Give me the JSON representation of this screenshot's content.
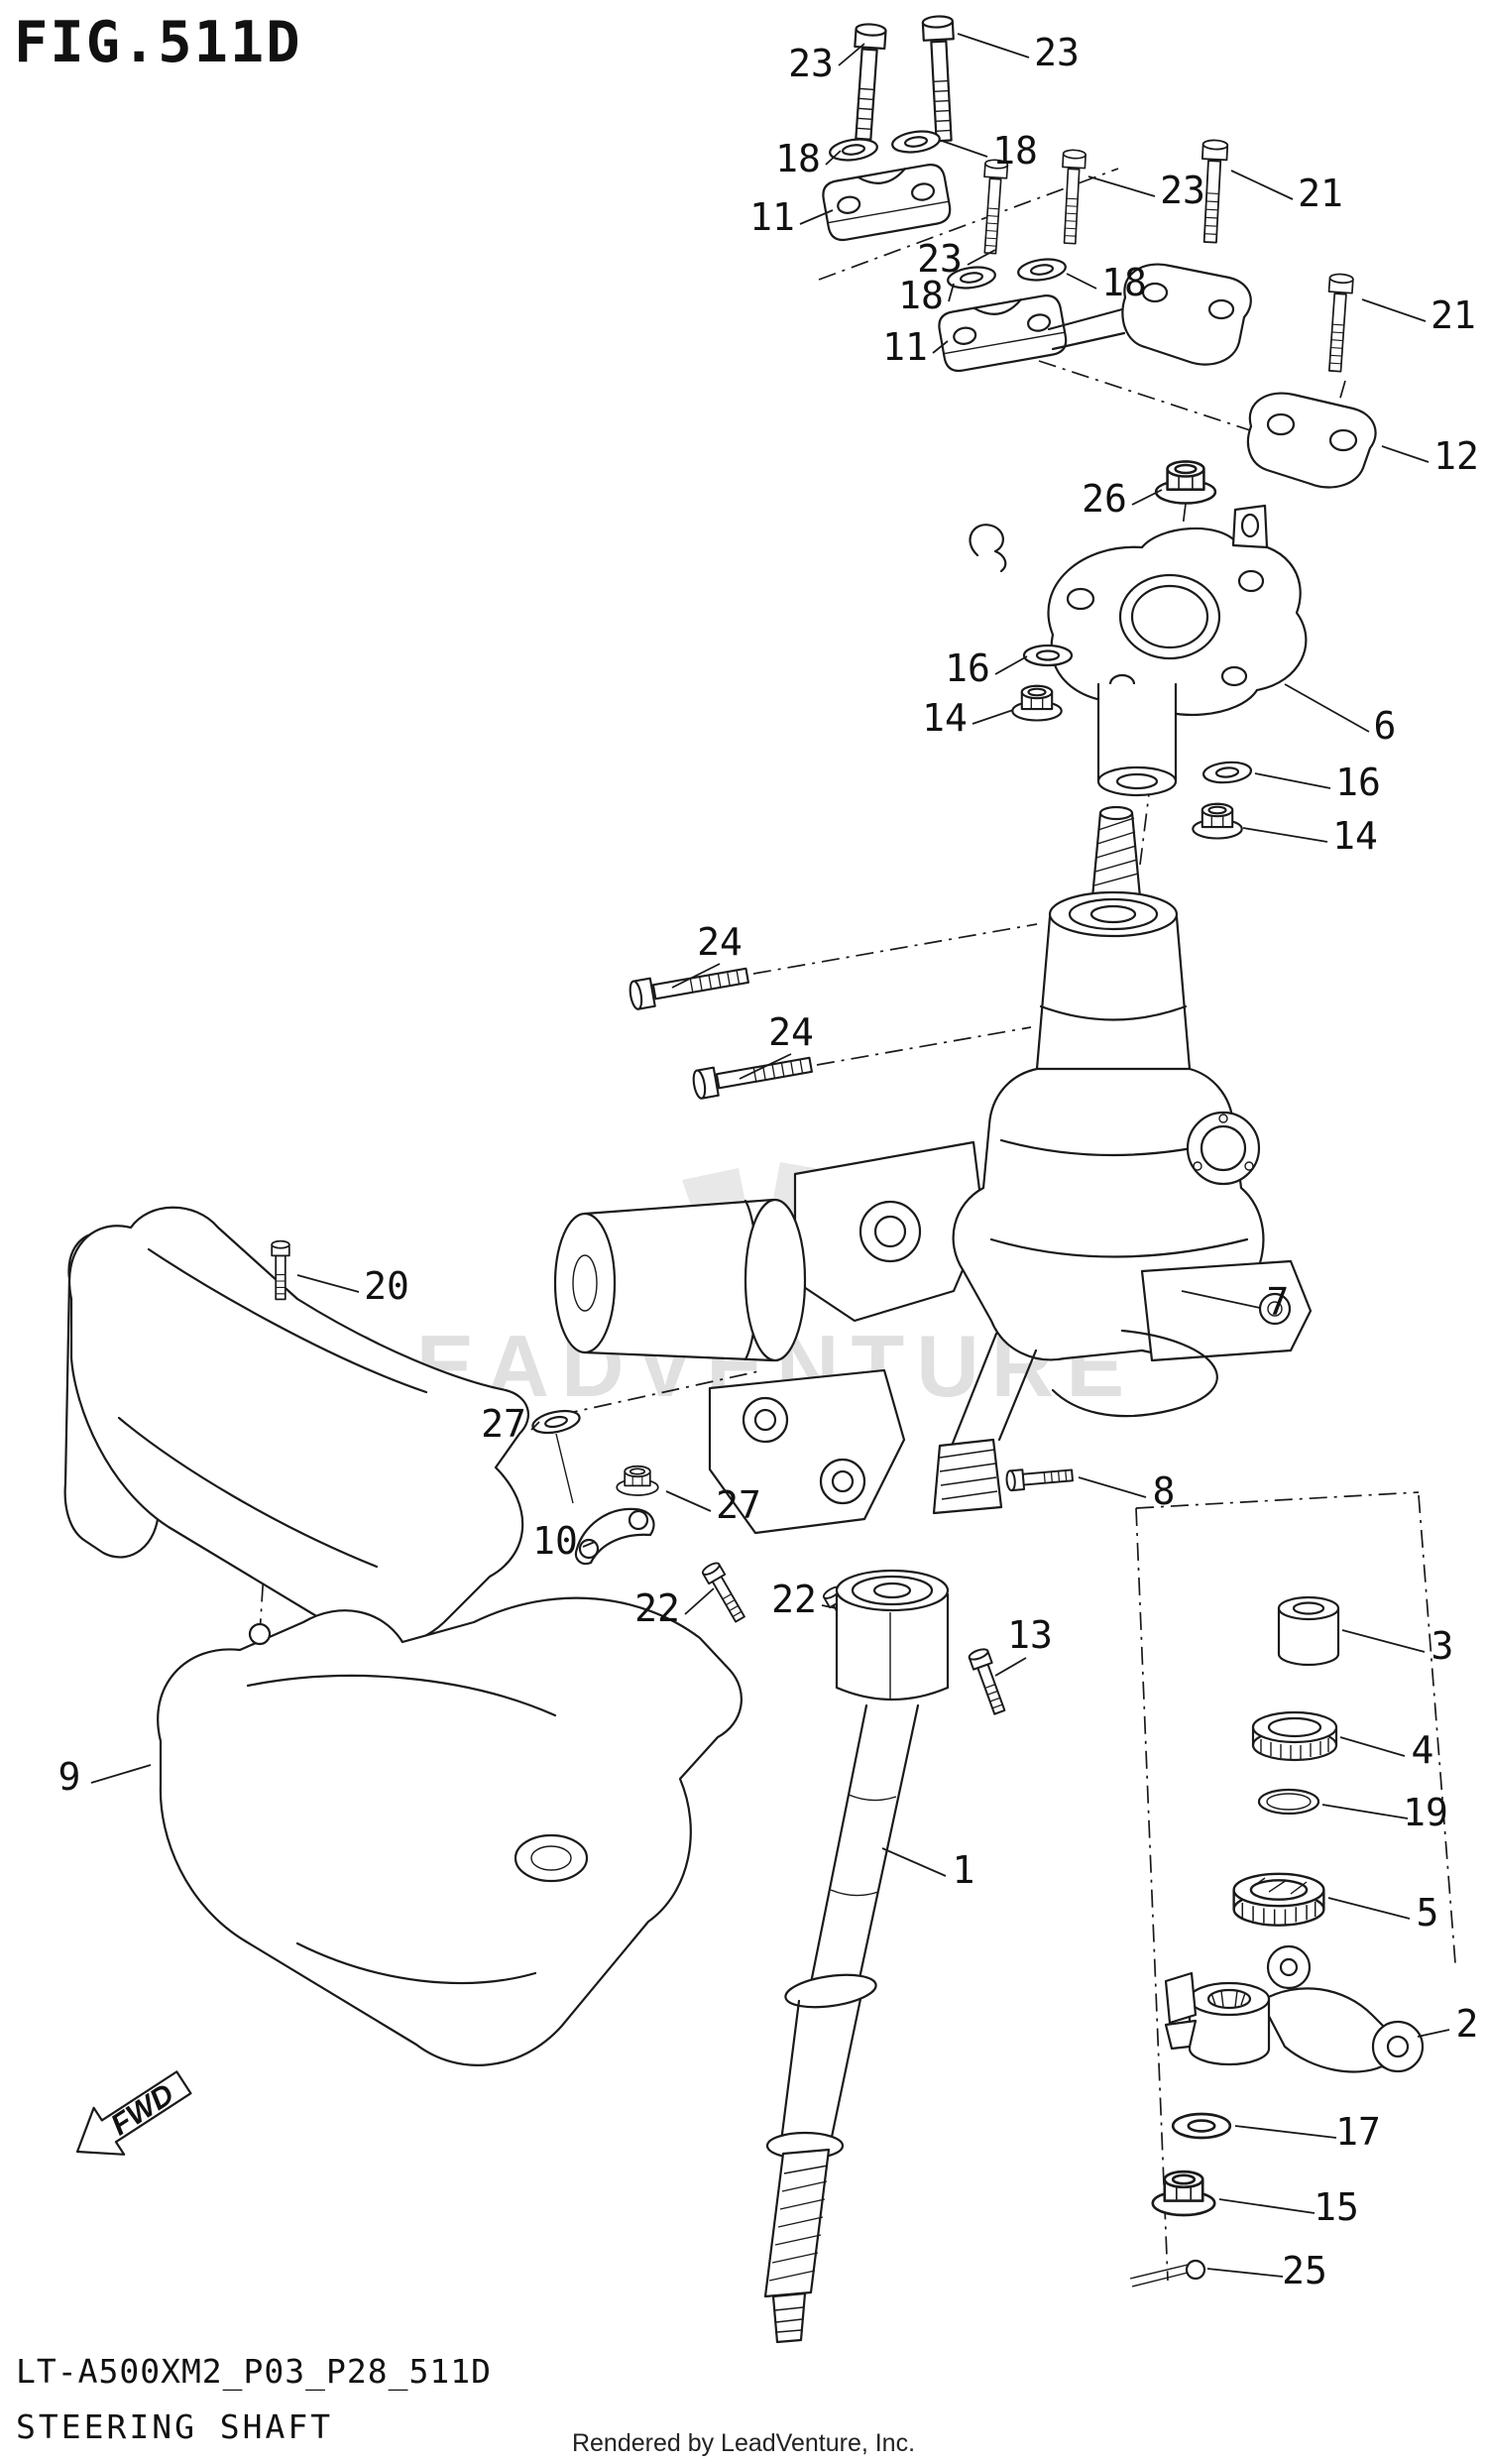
{
  "figure": {
    "title": "FIG.511D"
  },
  "footer": {
    "code": "LT-A500XM2_P03_P28_511D",
    "title": "STEERING SHAFT",
    "credit": "Rendered by LeadVenture, Inc."
  },
  "watermark": {
    "text": "LEADVENTURE"
  },
  "direction_indicator": {
    "label": "FWD"
  },
  "callouts": [
    {
      "part": "23",
      "label": "23"
    },
    {
      "part": "23",
      "label": "23"
    },
    {
      "part": "18",
      "label": "18"
    },
    {
      "part": "18",
      "label": "18"
    },
    {
      "part": "11",
      "label": "11"
    },
    {
      "part": "23",
      "label": "23"
    },
    {
      "part": "21",
      "label": "21"
    },
    {
      "part": "23",
      "label": "23"
    },
    {
      "part": "18",
      "label": "18"
    },
    {
      "part": "18",
      "label": "18"
    },
    {
      "part": "11",
      "label": "11"
    },
    {
      "part": "21",
      "label": "21"
    },
    {
      "part": "12",
      "label": "12"
    },
    {
      "part": "26",
      "label": "26"
    },
    {
      "part": "16",
      "label": "16"
    },
    {
      "part": "14",
      "label": "14"
    },
    {
      "part": "6",
      "label": "6"
    },
    {
      "part": "16",
      "label": "16"
    },
    {
      "part": "14",
      "label": "14"
    },
    {
      "part": "24",
      "label": "24"
    },
    {
      "part": "24",
      "label": "24"
    },
    {
      "part": "20",
      "label": "20"
    },
    {
      "part": "7",
      "label": "7"
    },
    {
      "part": "27",
      "label": "27"
    },
    {
      "part": "27",
      "label": "27"
    },
    {
      "part": "10",
      "label": "10"
    },
    {
      "part": "8",
      "label": "8"
    },
    {
      "part": "22",
      "label": "22"
    },
    {
      "part": "22",
      "label": "22"
    },
    {
      "part": "13",
      "label": "13"
    },
    {
      "part": "3",
      "label": "3"
    },
    {
      "part": "9",
      "label": "9"
    },
    {
      "part": "4",
      "label": "4"
    },
    {
      "part": "19",
      "label": "19"
    },
    {
      "part": "1",
      "label": "1"
    },
    {
      "part": "5",
      "label": "5"
    },
    {
      "part": "2",
      "label": "2"
    },
    {
      "part": "17",
      "label": "17"
    },
    {
      "part": "15",
      "label": "15"
    },
    {
      "part": "25",
      "label": "25"
    }
  ]
}
